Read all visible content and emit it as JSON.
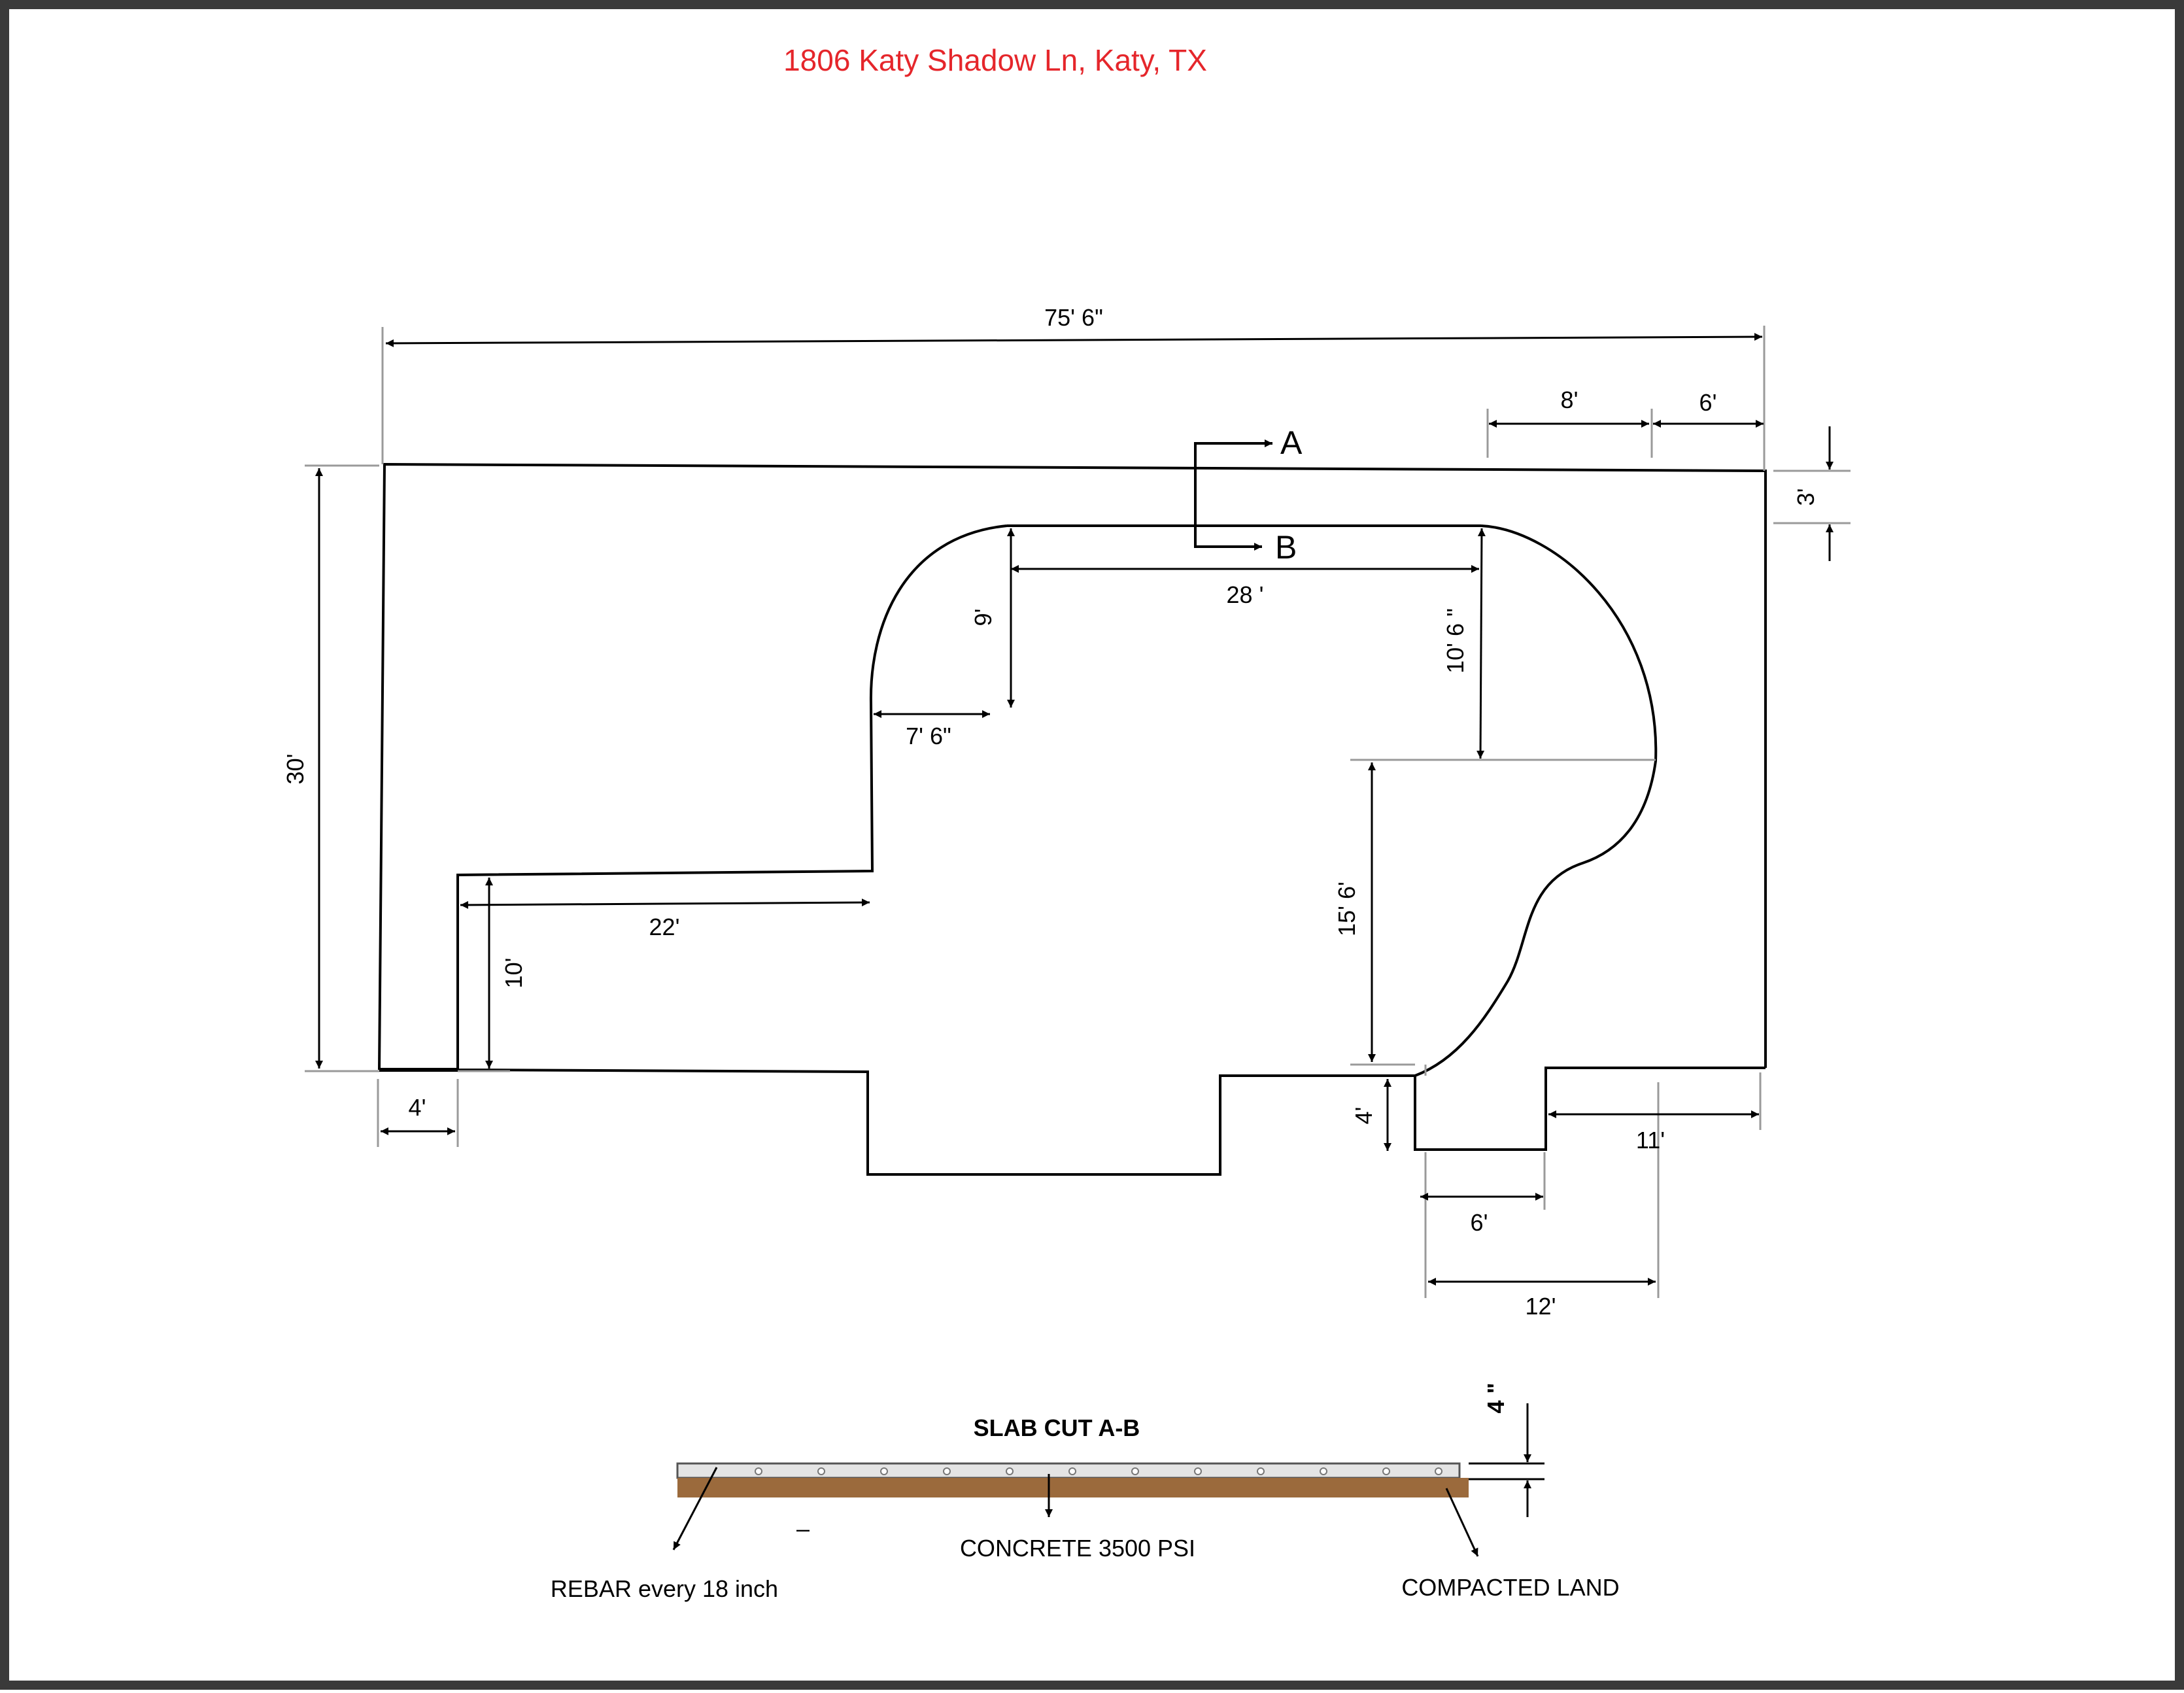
{
  "title": "1806 Katy Shadow  Ln, Katy, TX",
  "colors": {
    "title": "#e5262b",
    "frame": "#3a3a3a",
    "line": "#000000",
    "ext_line": "#9a9a9a",
    "soil": "#9b6a3c",
    "slab": "#e4e4e4"
  },
  "dimensions": {
    "overall_width": "75' 6\"",
    "top_8": "8'",
    "top_6": "6'",
    "right_3": "3'",
    "left_30": "30'",
    "inner_28": "28 '",
    "inner_9": "9'",
    "inner_7_6": "7' 6\"",
    "inner_10_6": "10' 6 \"",
    "inner_15_6": "15' 6'",
    "inner_22": "22'",
    "inner_10": "10'",
    "bottom_4": "4'",
    "step_4": "4'",
    "step_6": "6'",
    "bottom_11": "11'",
    "bottom_12": "12'"
  },
  "section_markers": {
    "a": "A",
    "b": "B"
  },
  "section": {
    "title": "SLAB CUT A-B",
    "thickness": "4 \"",
    "minus_mark": "–",
    "rebar": "REBAR  every 18 inch",
    "concrete": "CONCRETE 3500 PSI",
    "land": "COMPACTED LAND"
  }
}
